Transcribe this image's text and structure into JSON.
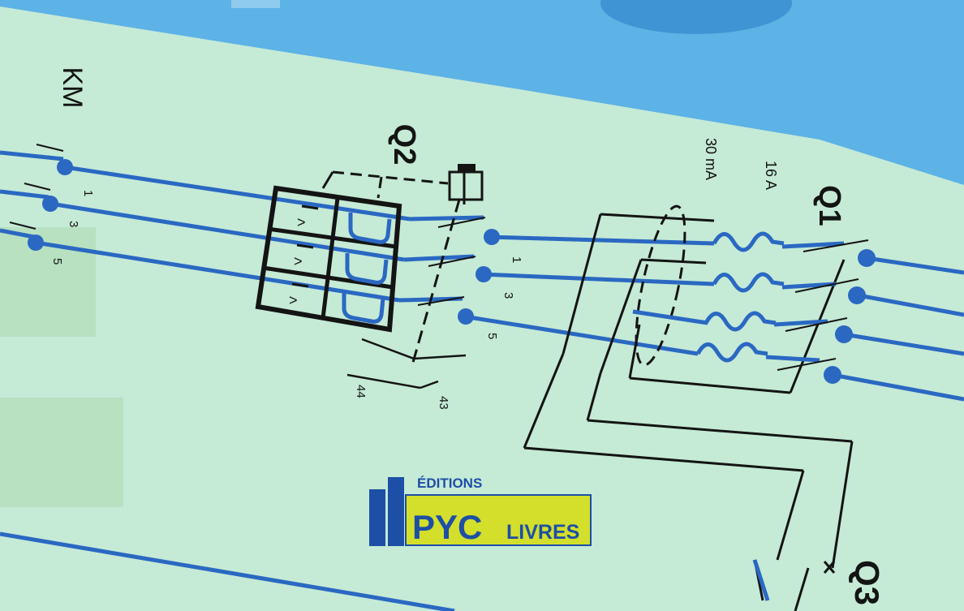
{
  "labels": {
    "km": "KM",
    "q2": "Q2",
    "q1": "Q1",
    "q3": "Q3",
    "sensitivity": "30 mA",
    "rating": "16 A",
    "km_terminal_1": "1",
    "km_terminal_3": "3",
    "km_terminal_5": "5",
    "q2_terminal_1": "1",
    "q2_terminal_3": "3",
    "q2_terminal_5": "5",
    "aux_44": "44",
    "aux_43": "43",
    "relay_symbol": "I>"
  },
  "logo": {
    "top": "ÉDITIONS",
    "main": "PYC",
    "sub": "LIVRES"
  },
  "colors": {
    "background": "#c5ead6",
    "wire_blue": "#2a68c2",
    "dark": "#141414",
    "sky_blue": "#5db2e6",
    "logo_blue": "#1d4fa6",
    "logo_yellow": "#d3df2a"
  }
}
